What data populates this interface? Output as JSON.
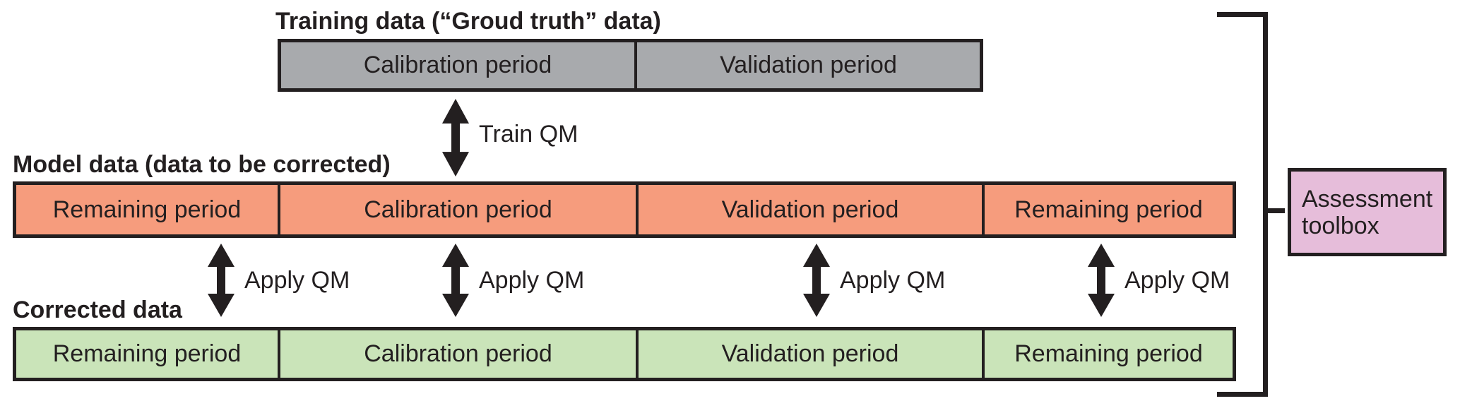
{
  "colors": {
    "ink": "#231F20",
    "gray-fill": "#A8AAAD",
    "orange-fill": "#F69C7D",
    "green-fill": "#CAE4B9",
    "pink-fill": "#E6BDDA"
  },
  "rows": {
    "training": {
      "title": "Training data (“Groud truth” data)",
      "segments": [
        {
          "label": "Calibration period"
        },
        {
          "label": "Validation period"
        }
      ]
    },
    "model": {
      "title": "Model data (data to be corrected)",
      "segments": [
        {
          "label": "Remaining period"
        },
        {
          "label": "Calibration period"
        },
        {
          "label": "Validation period"
        },
        {
          "label": "Remaining period"
        }
      ]
    },
    "corrected": {
      "title": "Corrected data",
      "segments": [
        {
          "label": "Remaining period"
        },
        {
          "label": "Calibration period"
        },
        {
          "label": "Validation period"
        },
        {
          "label": "Remaining period"
        }
      ]
    }
  },
  "arrows": {
    "train_label": "Train QM",
    "apply_label": "Apply QM"
  },
  "toolbox": {
    "label": "Assessment toolbox"
  }
}
